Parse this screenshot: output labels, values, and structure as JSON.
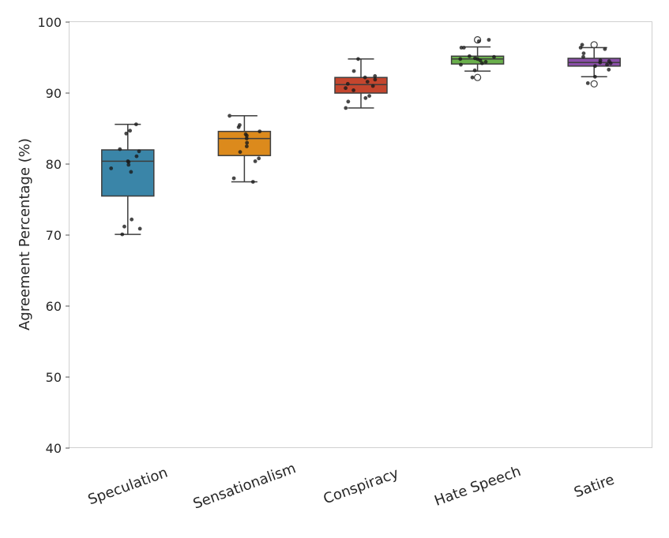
{
  "chart_data": {
    "type": "box",
    "title": "",
    "xlabel": "",
    "ylabel": "Agreement Percentage (%)",
    "ylim": [
      40,
      100
    ],
    "yticks": [
      40,
      50,
      60,
      70,
      80,
      90,
      100
    ],
    "grid": false,
    "categories": [
      "Speculation",
      "Sensationalism",
      "Conspiracy",
      "Hate Speech",
      "Satire"
    ],
    "colors": [
      "#3a85a8",
      "#dc8a1c",
      "#c4462e",
      "#6ab04c",
      "#8a4fa8"
    ],
    "boxes": [
      {
        "q1": 75.5,
        "median": 80.4,
        "q3": 82.0,
        "whisker_low": 70.1,
        "whisker_high": 85.6,
        "outliers": []
      },
      {
        "q1": 81.2,
        "median": 83.6,
        "q3": 84.6,
        "whisker_low": 77.5,
        "whisker_high": 86.8,
        "outliers": []
      },
      {
        "q1": 90.0,
        "median": 91.2,
        "q3": 92.2,
        "whisker_low": 87.9,
        "whisker_high": 94.8,
        "outliers": []
      },
      {
        "q1": 94.1,
        "median": 94.8,
        "q3": 95.2,
        "whisker_low": 93.1,
        "whisker_high": 96.5,
        "outliers": [
          92.2,
          97.5
        ]
      },
      {
        "q1": 93.8,
        "median": 94.3,
        "q3": 94.9,
        "whisker_low": 92.3,
        "whisker_high": 96.4,
        "outliers": [
          91.3,
          96.8
        ]
      }
    ],
    "points": [
      [
        85.6,
        84.7,
        84.3,
        82.1,
        81.8,
        81.1,
        80.4,
        80.3,
        79.9,
        79.4,
        78.9,
        72.2,
        71.2,
        70.9,
        70.1
      ],
      [
        86.8,
        85.5,
        85.2,
        84.6,
        84.2,
        84.0,
        83.6,
        83.0,
        82.5,
        81.7,
        80.8,
        80.4,
        78.0,
        77.5
      ],
      [
        94.8,
        93.1,
        92.4,
        92.2,
        91.9,
        91.6,
        91.3,
        91.0,
        90.7,
        90.4,
        89.6,
        89.3,
        88.8,
        87.9
      ],
      [
        97.5,
        97.3,
        96.4,
        96.4,
        95.2,
        95.1,
        94.9,
        94.8,
        94.8,
        94.6,
        94.4,
        94.2,
        94.0,
        93.2,
        92.2
      ],
      [
        96.8,
        96.4,
        96.2,
        95.6,
        95.1,
        94.6,
        94.5,
        94.3,
        94.2,
        94.0,
        93.8,
        93.3,
        92.3,
        91.4
      ]
    ]
  }
}
